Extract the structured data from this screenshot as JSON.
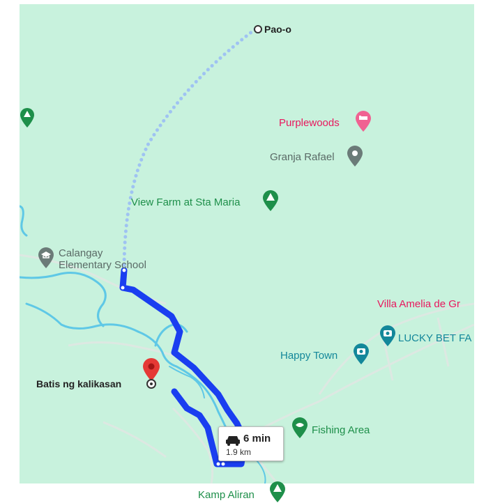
{
  "places": {
    "pao_o": "Pao-o",
    "purplewoods": "Purplewoods",
    "granja_rafael": "Granja Rafael",
    "view_farm": "View Farm at Sta Maria",
    "calangay_line1": "Calangay",
    "calangay_line2": "Elementary School",
    "villa_amelia": "Villa Amelia de Gr",
    "lucky_bet": "LUCKY BET FA",
    "happy_town": "Happy Town",
    "batis": "Batis ng kalikasan",
    "fishing_area": "Fishing Area",
    "kamp_aliran": "Kamp Aliran"
  },
  "route_info": {
    "time": "6 min",
    "distance": "1.9 km"
  },
  "colors": {
    "map_bg": "#c8f2dd",
    "water": "#5fc8e6",
    "route": "#1a3ef0",
    "route_dotted": "#9fc3f2",
    "green_poi": "#1e8f4a",
    "pink_poi": "#e8175d",
    "teal_poi": "#13879a",
    "gray_poi": "#6b7b78",
    "pin_red": "#e53935"
  },
  "icons": [
    "campground-icon",
    "hotel-icon",
    "location-pin-icon",
    "school-icon",
    "camera-icon",
    "fishing-icon",
    "car-icon",
    "destination-pin-icon"
  ]
}
